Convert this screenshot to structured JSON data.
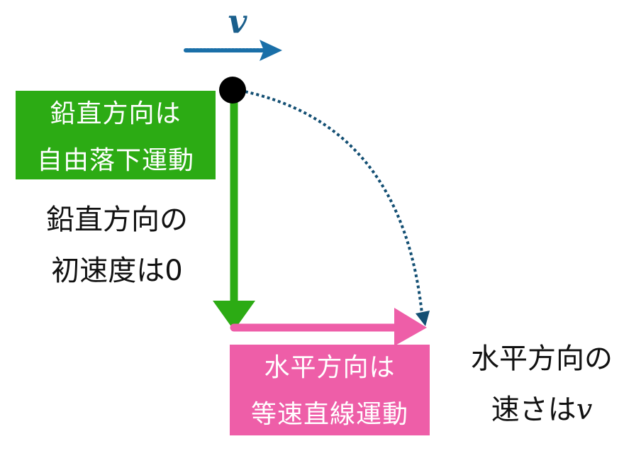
{
  "diagram": {
    "velocity_symbol": "v",
    "colors": {
      "velocity_arrow": "#1a6fa8",
      "trajectory": "#134f73",
      "vertical_motion": "#2cab14",
      "horizontal_motion": "#ee5ea8",
      "ball": "#000000"
    },
    "vertical_label": {
      "line1": "鉛直方向は",
      "line2": "自由落下運動"
    },
    "vertical_note": {
      "line1": "鉛直方向の",
      "line2": "初速度は0"
    },
    "horizontal_label": {
      "line1": "水平方向は",
      "line2": "等速直線運動"
    },
    "horizontal_note": {
      "line1": "水平方向の",
      "line2_prefix": "速さは",
      "line2_symbol": "v"
    }
  }
}
